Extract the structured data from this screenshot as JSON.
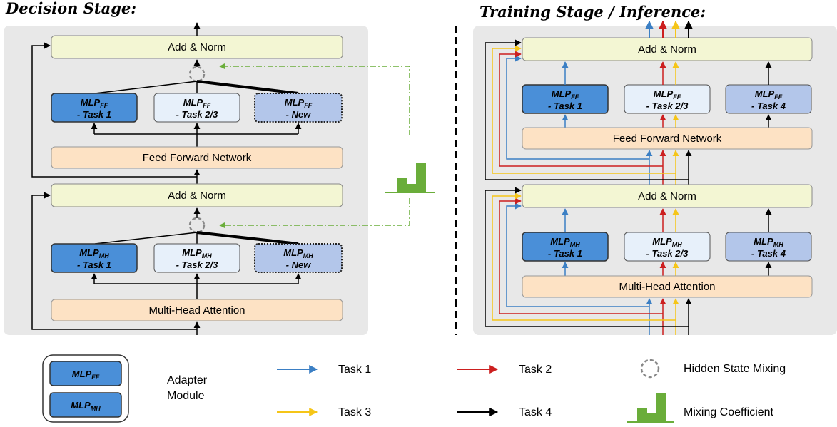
{
  "titles": {
    "decision": "Decision Stage:",
    "training": "Training Stage / Inference:"
  },
  "blocks": {
    "add_norm": "Add & Norm",
    "ffn": "Feed Forward Network",
    "mha": "Multi-Head Attention"
  },
  "mlp": {
    "base": "MLP",
    "ff_sub": "FF",
    "mh_sub": "MH",
    "task1": "- Task 1",
    "task23": "- Task 2/3",
    "new": "- New",
    "task4": "- Task 4"
  },
  "legend": {
    "adapter_line1": "Adapter",
    "adapter_line2": "Module",
    "task1": "Task 1",
    "task2": "Task 2",
    "task3": "Task 3",
    "task4": "Task 4",
    "hidden_mixing": "Hidden State Mixing",
    "mixing_coef": "Mixing Coefficient"
  },
  "colors": {
    "panel_bg": "#e8e8e8",
    "add_norm_fill": "#f3f6d3",
    "orange_fill": "#fde2c4",
    "mlp_dark": "#4a8fd8",
    "mlp_light": "#e7f0fa",
    "mlp_mid": "#b3c6ea",
    "task1": "#3b7fc4",
    "task2": "#cc1f1f",
    "task3": "#f5c518",
    "task4": "#000000",
    "green": "#6aad3a"
  }
}
